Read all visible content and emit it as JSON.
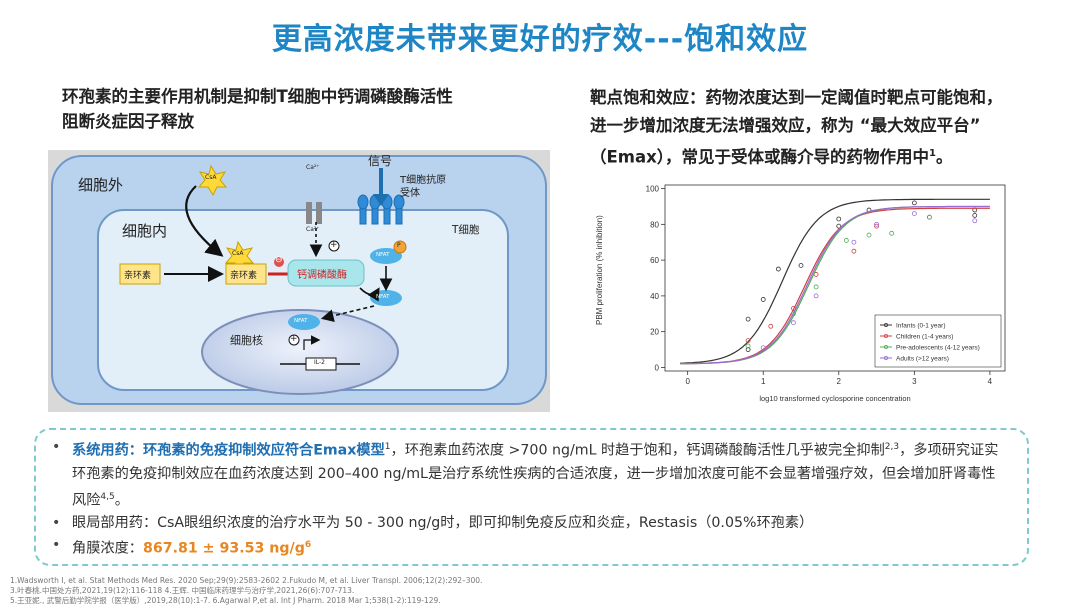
{
  "title": "更高浓度未带来更好的疗效---饱和效应",
  "left": {
    "heading_line1": "环孢素的主要作用机制是抑制T细胞中钙调磷酸酶活性",
    "heading_line2": "阻断炎症因子释放"
  },
  "diagram": {
    "outside": "细胞外",
    "inside": "细胞内",
    "tcell": "T细胞",
    "nucleus": "细胞核",
    "signal": "信号",
    "receptor": "T细胞抗原受体",
    "csa1": "CsA",
    "csa2": "CsA",
    "cyclophilin1": "亲环素",
    "cyclophilin2": "亲环素",
    "calcineurin": "钙调磷酸酶",
    "ca_top": "Ca²⁺",
    "ca_mid": "Ca²⁺",
    "nfat1": "NFAT",
    "nfat2": "NFAT",
    "nfat3": "NFAT",
    "p": "P",
    "il2": "IL-2",
    "minus": "⊖",
    "plus1": "+",
    "plus2": "+"
  },
  "right": {
    "heading_line1": "靶点饱和效应：药物浓度达到一定阈值时靶点可能饱和，",
    "heading_line2": "进一步增加浓度无法增强效应，称为 “最大效应平台”",
    "heading_line3": "（Emax），常见于受体或酶介导的药物作用中",
    "heading_sup": "1",
    "heading_end": "。"
  },
  "chart_data": {
    "type": "line",
    "xlabel": "log10 transformed cyclosporine concentration",
    "ylabel": "PBM proliferation (% inhibition)",
    "xlim": [
      -0.3,
      4.2
    ],
    "ylim": [
      -2,
      102
    ],
    "xticks": [
      0,
      1,
      2,
      3,
      4
    ],
    "yticks": [
      0,
      20,
      40,
      60,
      80,
      100
    ],
    "legend_position": "bottom-right",
    "series": [
      {
        "name": "Infants (0-1 year)",
        "color": "#333333",
        "ec50": 1.25,
        "emax": 92,
        "hill": 1.8,
        "points": [
          [
            0.8,
            10
          ],
          [
            0.8,
            27
          ],
          [
            1.0,
            38
          ],
          [
            1.2,
            55
          ],
          [
            1.5,
            57
          ],
          [
            2.0,
            83
          ],
          [
            2.0,
            79
          ],
          [
            2.4,
            88
          ],
          [
            3.0,
            92
          ],
          [
            3.8,
            85
          ],
          [
            3.8,
            88
          ]
        ]
      },
      {
        "name": "Children (1-4 years)",
        "color": "#d04040",
        "ec50": 1.55,
        "emax": 87,
        "hill": 1.8,
        "points": [
          [
            0.8,
            15
          ],
          [
            1.1,
            23
          ],
          [
            1.4,
            33
          ],
          [
            1.7,
            52
          ],
          [
            2.2,
            65
          ],
          [
            2.5,
            79
          ],
          [
            3.2,
            84
          ]
        ]
      },
      {
        "name": "Pre-adolescents (4-12 years)",
        "color": "#4caf50",
        "ec50": 1.6,
        "emax": 88,
        "hill": 1.8,
        "points": [
          [
            0.8,
            12
          ],
          [
            1.4,
            30
          ],
          [
            1.7,
            45
          ],
          [
            2.1,
            71
          ],
          [
            2.4,
            74
          ],
          [
            2.7,
            75
          ],
          [
            3.2,
            84
          ]
        ]
      },
      {
        "name": "Adults (>12 years)",
        "color": "#9a6ad6",
        "ec50": 1.58,
        "emax": 88,
        "hill": 1.8,
        "points": [
          [
            1.0,
            11
          ],
          [
            1.4,
            25
          ],
          [
            1.7,
            40
          ],
          [
            2.2,
            70
          ],
          [
            2.5,
            80
          ],
          [
            3.0,
            86
          ],
          [
            3.8,
            82
          ]
        ]
      }
    ]
  },
  "bullets": {
    "b1_lead": "系统用药：环孢素的免疫抑制效应符合Emax模型",
    "b1_lead_sup": "1",
    "b1_text1": "，环孢素血药浓度 >700 ng/mL 时趋于饱和，钙调磷酸酶活性几乎被完全抑制",
    "b1_sup2": "2,3",
    "b1_text2": "，多项研究证实环孢素的免疫抑制效应在血药浓度达到 200–400 ng/mL是治疗系统性疾病的合适浓度，进一步增加浓度可能不会显著增强疗效，但会增加肝肾毒性风险",
    "b1_sup3": "4,5",
    "b1_end": "。",
    "b2": "眼局部用药：CsA眼组织浓度的治疗水平为 50 - 300 ng/g时，即可抑制免疫反应和炎症，Restasis（0.05%环孢素）",
    "b3_label": "角膜浓度：",
    "b3_value": "867.81 ± 93.53 ng/g",
    "b3_sup": "6",
    "dot": "•"
  },
  "references": [
    "1.Wadsworth I, et al. Stat Methods Med Res. 2020 Sep;29(9):2583-2602      2.Fukudo M,  et al. Liver Transpl. 2006;12(2):292–300.",
    "3.叶春桃.中国处方药,2021,19(12):116-118  4.王辉. 中国临床药理学与治疗学,2021,26(6):707-713.",
    "5.王亚妮., 武警后勤学院学报（医学版）,2019,28(10):1-7.  6.Agarwal P,et al. Int J Pharm. 2018 Mar 1;538(1-2):119-129."
  ]
}
